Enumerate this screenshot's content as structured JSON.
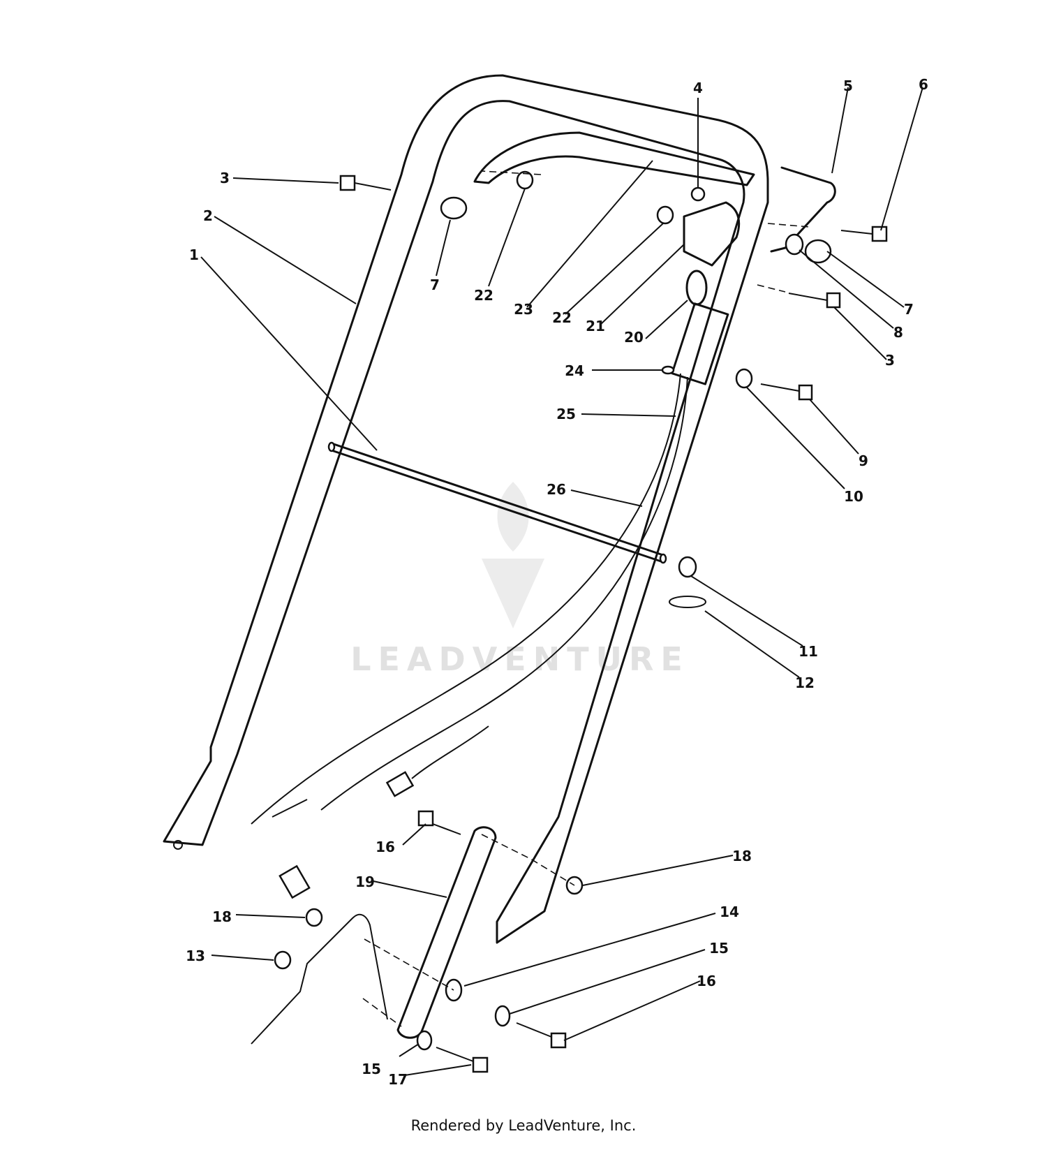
{
  "watermark": {
    "text": "LEADVENTURE"
  },
  "callouts": [
    "1",
    "2",
    "3",
    "3",
    "4",
    "5",
    "6",
    "7",
    "7",
    "8",
    "9",
    "10",
    "11",
    "12",
    "13",
    "14",
    "15",
    "15",
    "16",
    "16",
    "17",
    "18",
    "18",
    "19",
    "20",
    "21",
    "22",
    "22",
    "23",
    "24",
    "25",
    "26"
  ],
  "footer": {
    "credit": "Rendered by LeadVenture, Inc."
  }
}
